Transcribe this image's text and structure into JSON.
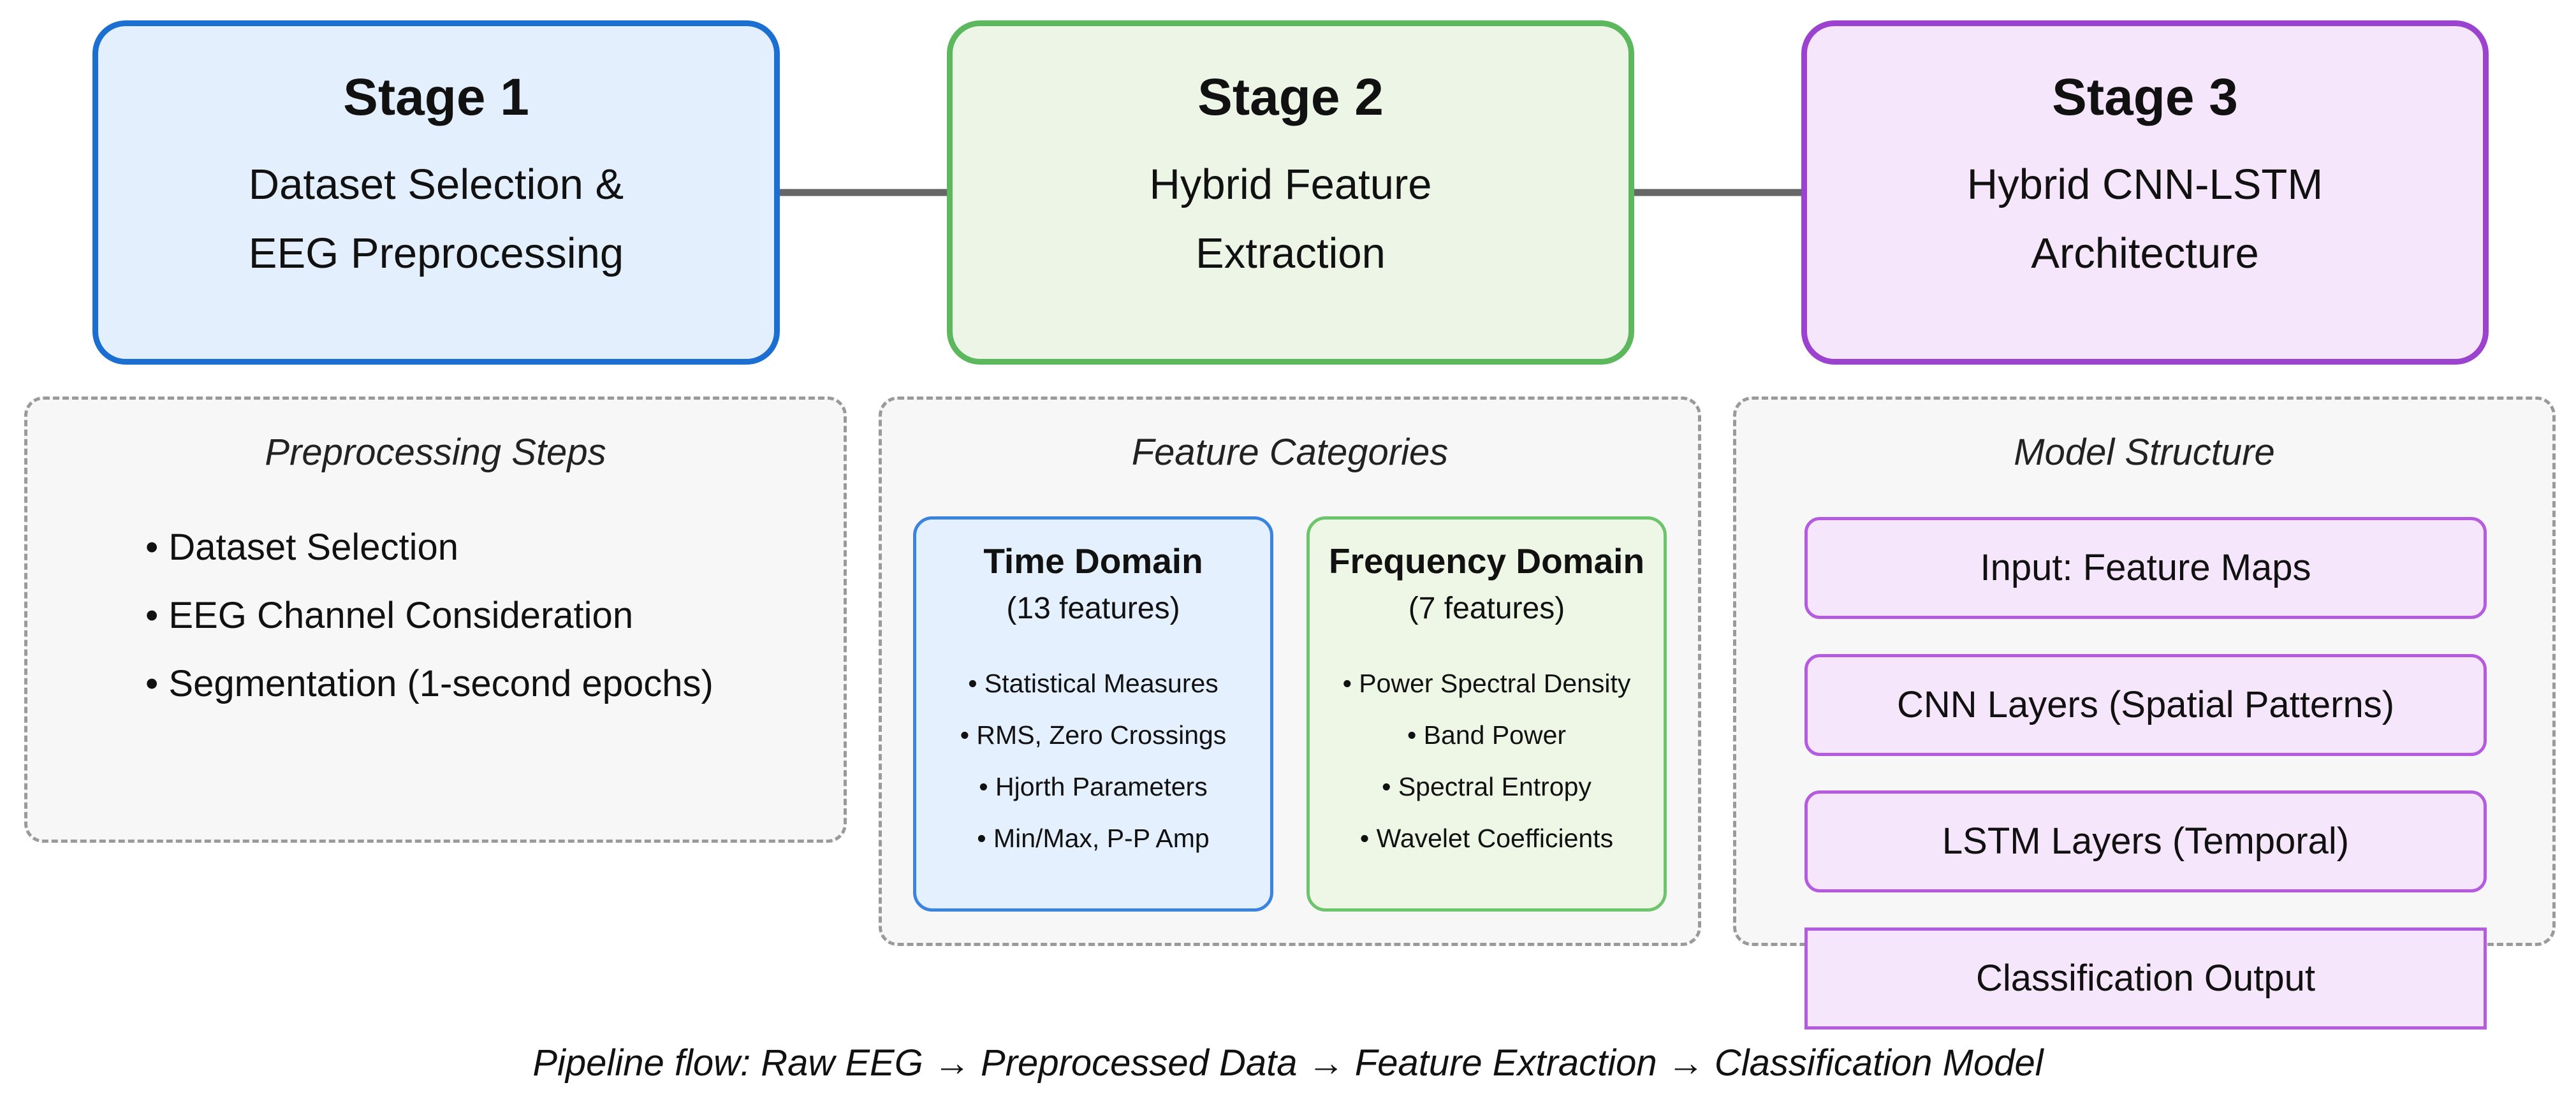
{
  "stages": [
    {
      "title": "Stage 1",
      "subtitle_lines": [
        "Dataset Selection &",
        "EEG Preprocessing"
      ]
    },
    {
      "title": "Stage 2",
      "subtitle_lines": [
        "Hybrid Feature",
        "Extraction"
      ]
    },
    {
      "title": "Stage 3",
      "subtitle_lines": [
        "Hybrid CNN-LSTM",
        "Architecture"
      ]
    }
  ],
  "preprocessing": {
    "title": "Preprocessing Steps",
    "items": [
      "• Dataset Selection",
      "• EEG Channel Consideration",
      "• Segmentation (1-second epochs)"
    ]
  },
  "features": {
    "title": "Feature Categories",
    "time_domain": {
      "title": "Time Domain",
      "count": "(13 features)",
      "items": [
        "• Statistical Measures",
        "• RMS, Zero Crossings",
        "• Hjorth Parameters",
        "• Min/Max, P-P Amp"
      ]
    },
    "frequency_domain": {
      "title": "Frequency Domain",
      "count": "(7 features)",
      "items": [
        "• Power Spectral Density",
        "• Band Power",
        "• Spectral Entropy",
        "• Wavelet Coefficients"
      ]
    }
  },
  "model": {
    "title": "Model Structure",
    "layers": [
      "Input: Feature Maps",
      "CNN Layers (Spatial Patterns)",
      "LSTM Layers (Temporal)",
      "Classification Output"
    ]
  },
  "footer": "Pipeline flow: Raw EEG → Preprocessed Data → Feature Extraction → Classification Model",
  "colors": {
    "stage1_border": "#1a6fd1",
    "stage1_fill": "#e3effd",
    "stage2_border": "#5cb85c",
    "stage2_fill": "#edf6e6",
    "stage3_border": "#9b42cf",
    "stage3_fill": "#f6e6fb",
    "arrow": "#666666",
    "panel_border": "#9a9a9a"
  }
}
